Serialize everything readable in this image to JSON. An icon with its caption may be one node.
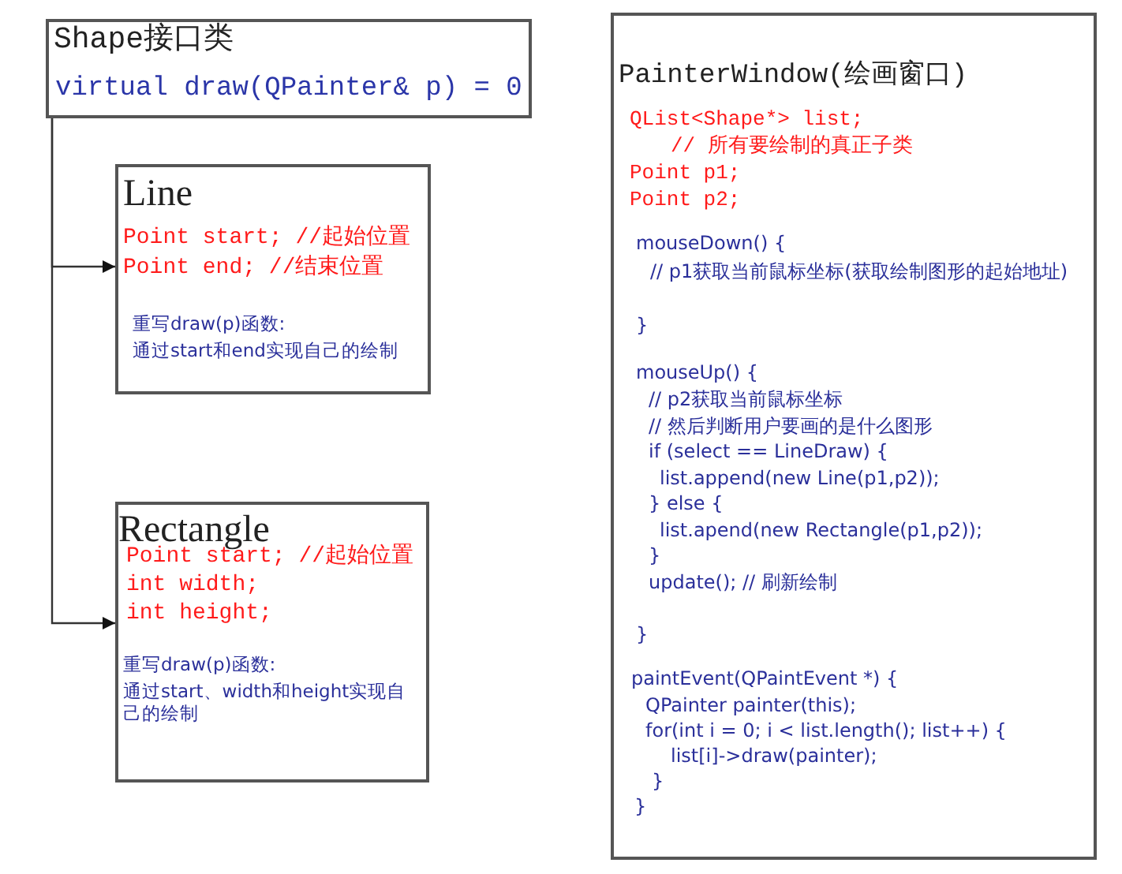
{
  "diagram": {
    "nodes": [
      {
        "text": [
          "Shape接口类",
          "virtual draw(QPainter& p) = 0"
        ]
      },
      {
        "text": [
          "Line",
          "Point start; //起始位置",
          "Point end;  //结束位置",
          "重写draw(p)函数:",
          "通过start和end实现自己的绘制"
        ]
      },
      {
        "text": [
          "Rectangle",
          "Point start; //起始位置",
          "int width;",
          "int height;",
          "重写draw(p)函数:",
          "通过start、width和height实现自己的绘制"
        ]
      },
      {
        "text": [
          "PainterWindow(绘画窗口)",
          "QList<Shape*> list;",
          "// 所有要绘制的真正子类",
          "Point p1;",
          "Point p2;",
          "mouseDown() {",
          "// p1获取当前鼠标坐标(获取绘制图形的起始地址)",
          "}",
          "mouseUp() {",
          "// p2获取当前鼠标坐标",
          "// 然后判断用户要画的是什么图形",
          "if (select == LineDraw) {",
          "list.append(new Line(p1,p2));",
          "} else {",
          "list.apend(new Rectangle(p1,p2));",
          "}",
          "update();  // 刷新绘制",
          "}",
          "paintEvent(QPaintEvent *) {",
          "QPainter painter(this);",
          "for(int i = 0; i < list.length(); list++) {",
          "list[i]->draw(painter);",
          "}",
          "}"
        ]
      }
    ],
    "edges": [
      {
        "from": 0,
        "to": 1,
        "arrow": "to"
      },
      {
        "from": 0,
        "to": 2,
        "arrow": "to"
      }
    ]
  }
}
